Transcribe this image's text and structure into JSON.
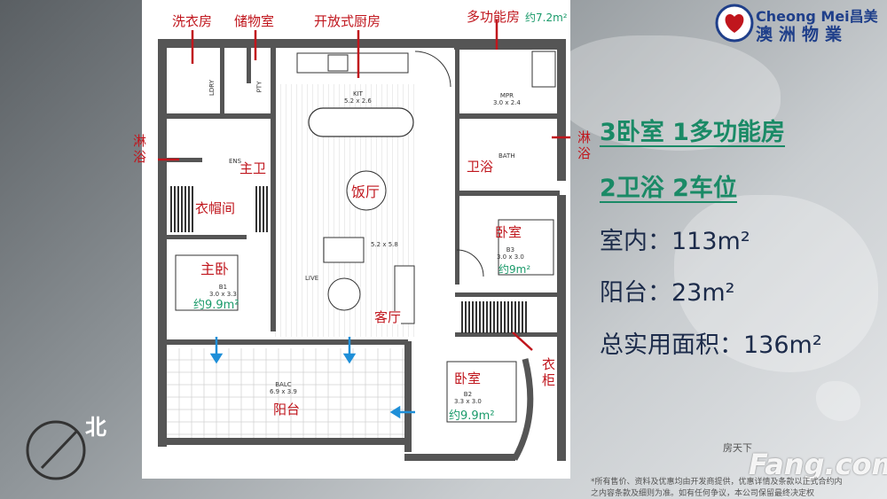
{
  "brand": {
    "name_en": "Cheong Mei",
    "name_cn_small": "昌美",
    "name_cn": "澳洲物業",
    "colors": {
      "navy": "#1f3f8a",
      "red": "#c0161d",
      "green": "#1a8a66"
    }
  },
  "summary": {
    "line1": "3卧室 1多功能房",
    "line2": "2卫浴 2车位",
    "indoor": "室内：113m²",
    "balcony": "阳台：23m²",
    "total": "总实用面积：136m²"
  },
  "plan": {
    "labels": {
      "laundry": "洗衣房",
      "storage": "储物室",
      "kitchen": "开放式厨房",
      "mpr": "多功能房",
      "mpr_area": "约7.2m²",
      "shower_left": "淋\n浴",
      "shower_right": "淋\n浴",
      "main_bath": "主卫",
      "bath": "卫浴",
      "walk_in": "衣帽间",
      "dining": "饭厅",
      "master": "主卧",
      "master_area": "约9.9m²",
      "bed3": "卧室",
      "bed3_area": "约9m²",
      "living": "客厅",
      "wardrobe": "衣\n柜",
      "bed2": "卧室",
      "bed2_area": "约9.9m²",
      "balcony": "阳台"
    },
    "tags": {
      "kit": "KIT\n5.2 x 2.6",
      "mpr": "MPR\n3.0 x 2.4",
      "bath": "BATH",
      "ens": "ENS",
      "dining_dim": "5.2 x 5.8",
      "live": "LIVE",
      "b1": "B1\n3.0 x 3.3",
      "b3": "B3\n3.0 x 3.0",
      "b2": "B2\n3.3 x 3.0",
      "balc": "BALC\n6.9 x 3.9",
      "laundry": "LDRY",
      "pantry": "PTY"
    }
  },
  "north": "北",
  "watermark": {
    "brand": "房天下",
    "logo": "Fang.com"
  },
  "disclaimer": {
    "line1": "*所有售价、资料及优惠均由开发商提供，优惠详情及条款以正式合约内",
    "line2": "之内容条款及细则为准。如有任何争议，本公司保留最终决定权"
  }
}
